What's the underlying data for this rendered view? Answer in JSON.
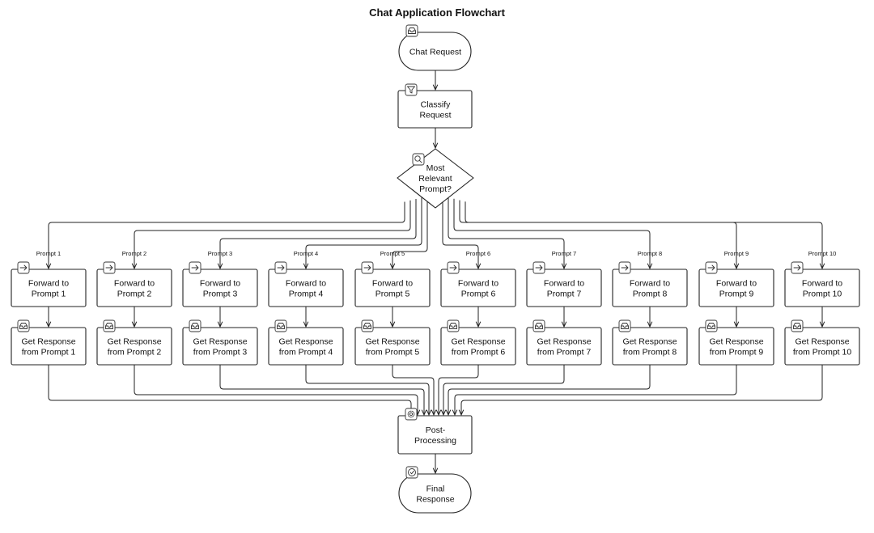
{
  "title": "Chat Application Flowchart",
  "nodes": {
    "start": {
      "lines": [
        "Chat Request"
      ],
      "icon": "inbox-icon"
    },
    "classify": {
      "lines": [
        "Classify",
        "Request"
      ],
      "icon": "filter-icon"
    },
    "decision": {
      "lines": [
        "Most",
        "Relevant",
        "Prompt?"
      ],
      "icon": "search-icon"
    },
    "post": {
      "lines": [
        "Post-",
        "Processing"
      ],
      "icon": "gear-icon"
    },
    "final": {
      "lines": [
        "Final",
        "Response"
      ],
      "icon": "check-circle-icon"
    }
  },
  "branches": [
    {
      "label": "Prompt 1",
      "forward": [
        "Forward to",
        "Prompt 1"
      ],
      "response": [
        "Get Response",
        "from Prompt 1"
      ]
    },
    {
      "label": "Prompt 2",
      "forward": [
        "Forward to",
        "Prompt 2"
      ],
      "response": [
        "Get Response",
        "from Prompt 2"
      ]
    },
    {
      "label": "Prompt 3",
      "forward": [
        "Forward to",
        "Prompt 3"
      ],
      "response": [
        "Get Response",
        "from Prompt 3"
      ]
    },
    {
      "label": "Prompt 4",
      "forward": [
        "Forward to",
        "Prompt 4"
      ],
      "response": [
        "Get Response",
        "from Prompt 4"
      ]
    },
    {
      "label": "Prompt 5",
      "forward": [
        "Forward to",
        "Prompt 5"
      ],
      "response": [
        "Get Response",
        "from Prompt 5"
      ]
    },
    {
      "label": "Prompt 6",
      "forward": [
        "Forward to",
        "Prompt 6"
      ],
      "response": [
        "Get Response",
        "from Prompt 6"
      ]
    },
    {
      "label": "Prompt 7",
      "forward": [
        "Forward to",
        "Prompt 7"
      ],
      "response": [
        "Get Response",
        "from Prompt 7"
      ]
    },
    {
      "label": "Prompt 8",
      "forward": [
        "Forward to",
        "Prompt 8"
      ],
      "response": [
        "Get Response",
        "from Prompt 8"
      ]
    },
    {
      "label": "Prompt 9",
      "forward": [
        "Forward to",
        "Prompt 9"
      ],
      "response": [
        "Get Response",
        "from Prompt 9"
      ]
    },
    {
      "label": "Prompt 10",
      "forward": [
        "Forward to",
        "Prompt 10"
      ],
      "response": [
        "Get Response",
        "from Prompt 10"
      ]
    }
  ],
  "icons": {
    "forward": "arrow-right-icon",
    "response": "inbox-icon"
  }
}
